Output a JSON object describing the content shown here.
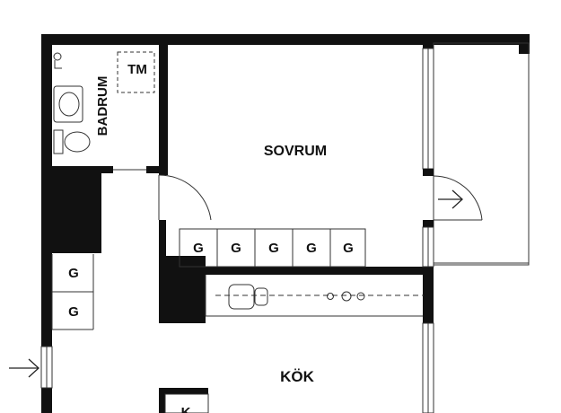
{
  "rooms": {
    "bathroom": "BADRUM",
    "bedroom": "SOVRUM",
    "kitchen": "KÖK"
  },
  "fixtures": {
    "washer": "TM",
    "cabinets_bedroom": [
      "G",
      "G",
      "G",
      "G",
      "G"
    ],
    "cabinets_hall": [
      "G",
      "G"
    ],
    "kitchen_cabinet": "K"
  },
  "colors": {
    "wall": "#111111",
    "line": "#333333",
    "background": "#ffffff"
  }
}
